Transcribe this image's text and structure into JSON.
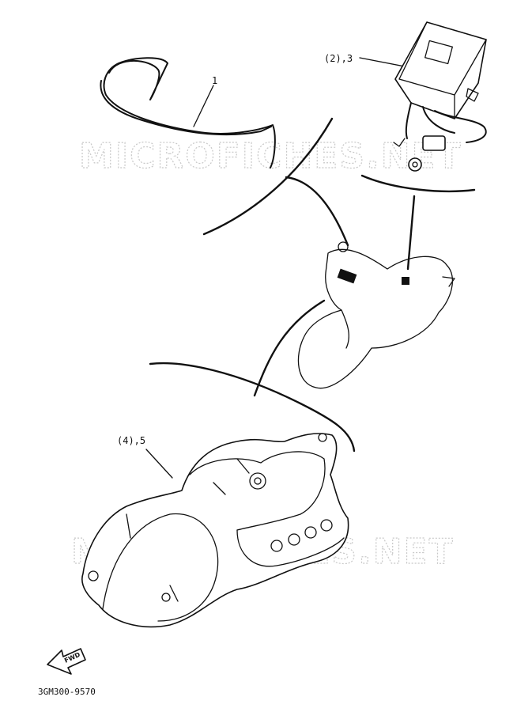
{
  "labels": {
    "part_1": "1",
    "part_2_3": "(2),3",
    "part_4_5": "(4),5",
    "fwd": "FWD",
    "diagram_code": "3GM300-9570"
  },
  "watermark": {
    "text": "MICROFICHES.NET"
  },
  "colors": {
    "ink": "#111111",
    "background": "#ffffff",
    "watermark": "#c8c8c8"
  },
  "icons": {
    "fwd_arrow": "forward-arrow-icon"
  }
}
